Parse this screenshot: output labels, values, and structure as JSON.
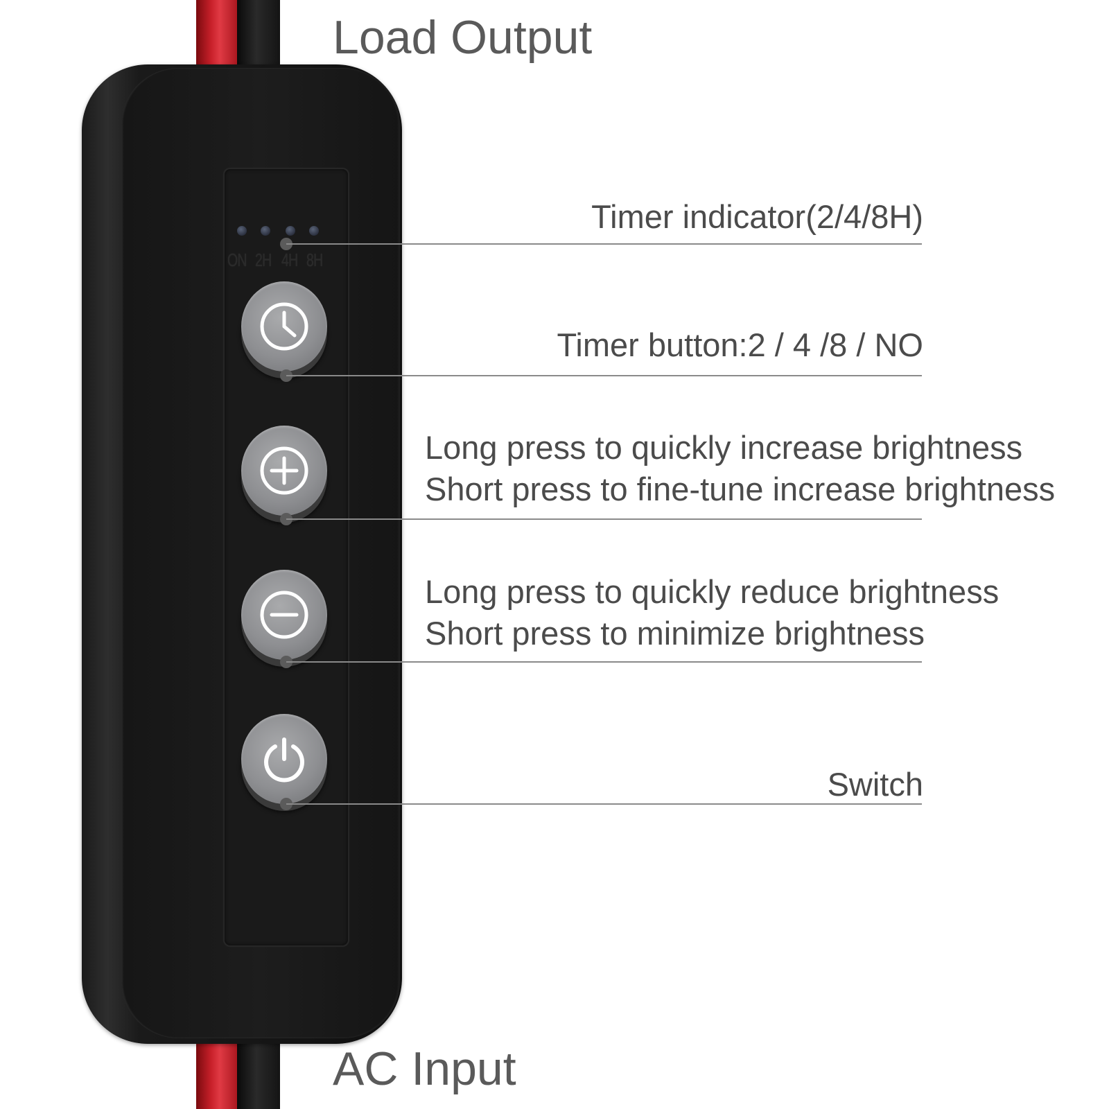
{
  "top_label": "Load Output",
  "bottom_label": "AC Input",
  "timer_indicator": {
    "leds": [
      "ON",
      "2H",
      "4H",
      "8H"
    ],
    "label": "Timer indicator(2/4/8H)"
  },
  "timer_button": {
    "label": "Timer button:2 / 4 /8 / NO",
    "icon": "clock-icon"
  },
  "increase_button": {
    "line1": "Long press to quickly increase brightness",
    "line2": "Short press to fine-tune increase brightness",
    "icon": "plus-icon"
  },
  "decrease_button": {
    "line1": "Long press to quickly reduce brightness",
    "line2": "Short press to minimize brightness",
    "icon": "minus-icon"
  },
  "switch_button": {
    "label": "Switch",
    "icon": "power-icon"
  },
  "colors": {
    "text": "#4b4b4b",
    "leader": "#8a8a8a",
    "button": "#8e8f92",
    "device": "#1a1a1a",
    "wire_red": "#c8202a",
    "wire_black": "#1a1a1a"
  }
}
